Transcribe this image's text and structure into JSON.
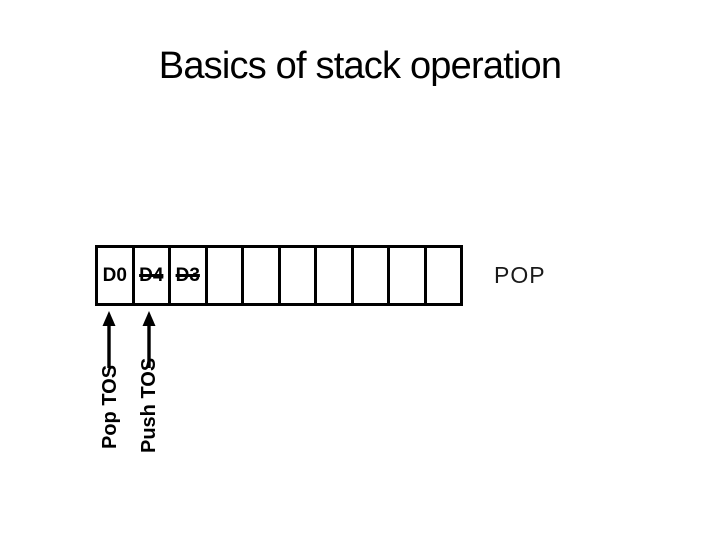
{
  "slide": {
    "title": "Basics of stack operation",
    "operation_label": "POP",
    "stack": {
      "cells": [
        {
          "label": "D0",
          "struck": false
        },
        {
          "label": "D4",
          "struck": true
        },
        {
          "label": "D3",
          "struck": true
        },
        {
          "label": "",
          "struck": false
        },
        {
          "label": "",
          "struck": false
        },
        {
          "label": "",
          "struck": false
        },
        {
          "label": "",
          "struck": false
        },
        {
          "label": "",
          "struck": false
        },
        {
          "label": "",
          "struck": false
        },
        {
          "label": "",
          "struck": false
        }
      ]
    },
    "annotations": {
      "pop_pointer": "Pop TOS",
      "push_pointer": "Push TOS"
    },
    "icons": {
      "pop_arrow": "up-arrow",
      "push_arrow": "up-arrow"
    },
    "colors": {
      "background": "#ffffff",
      "ink": "#000000"
    }
  }
}
